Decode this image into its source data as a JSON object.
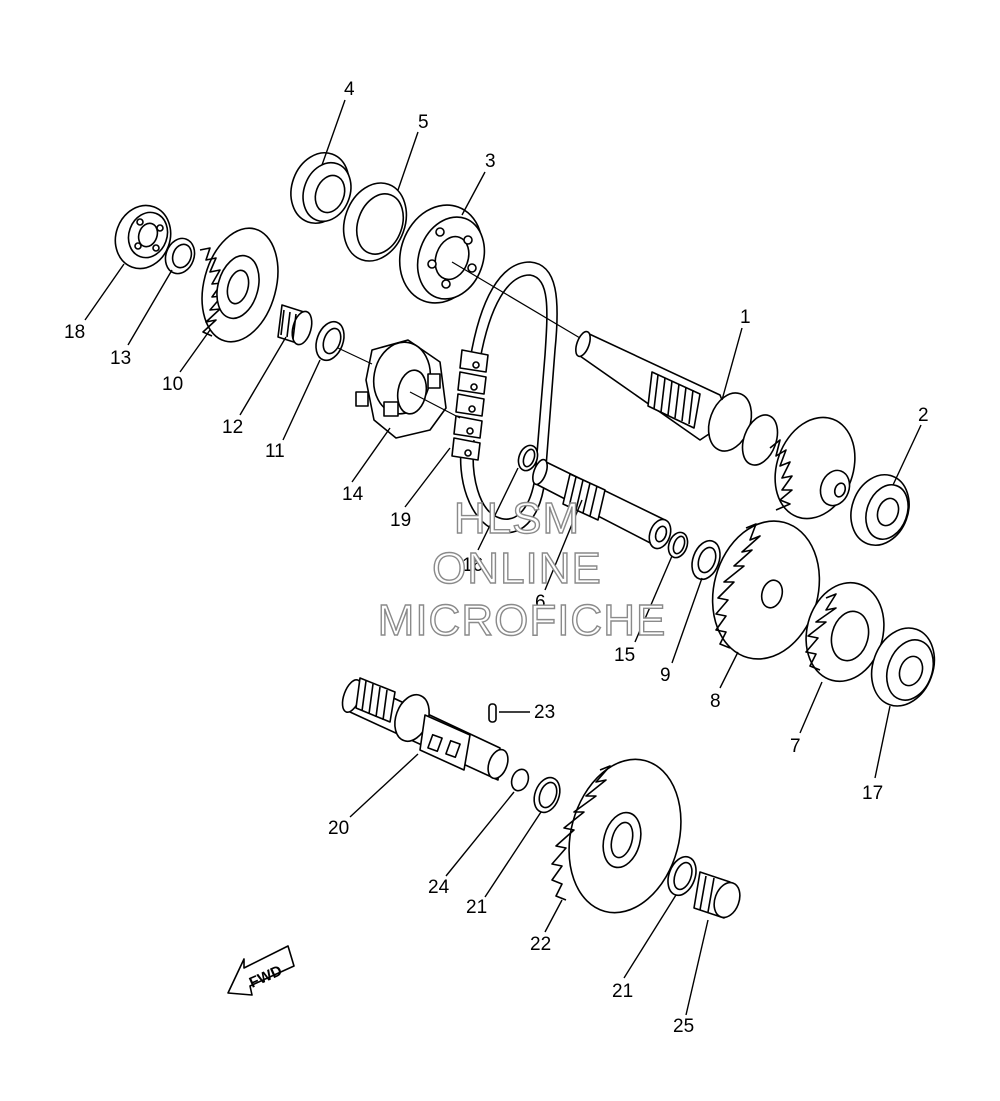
{
  "diagram": {
    "callouts": [
      "1",
      "2",
      "3",
      "4",
      "5",
      "6",
      "7",
      "8",
      "9",
      "10",
      "11",
      "12",
      "13",
      "14",
      "15",
      "16",
      "17",
      "18",
      "19",
      "20",
      "21",
      "21",
      "22",
      "23",
      "24",
      "25"
    ],
    "fwd_label": "FWD",
    "watermark": [
      "HLSM",
      "ONLINE",
      "MICROFICHE"
    ],
    "colors": {
      "line": "#000000",
      "watermark_outline": "#8a8a8a",
      "background": "#ffffff"
    }
  }
}
